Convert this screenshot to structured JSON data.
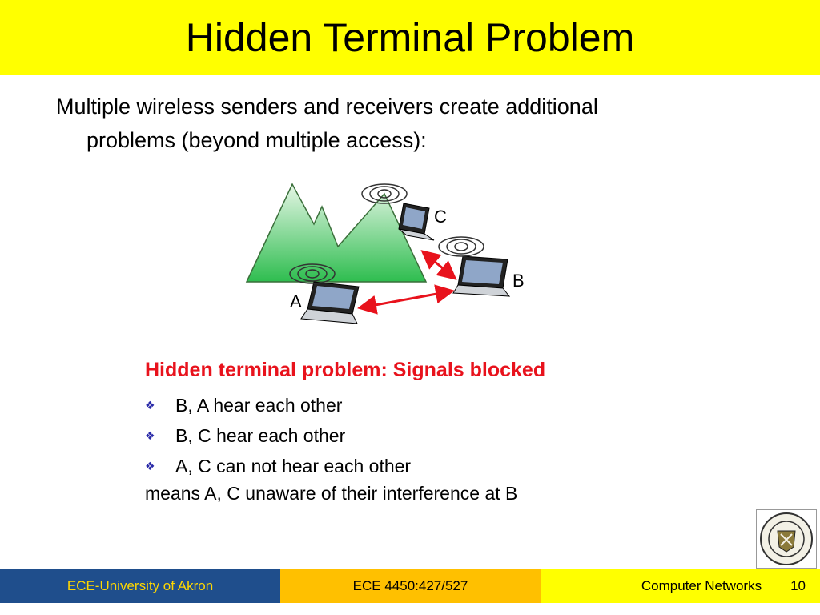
{
  "slide": {
    "title": "Hidden Terminal Problem",
    "intro_line1": "Multiple wireless senders and receivers create additional",
    "intro_line2": "problems (beyond multiple access):"
  },
  "diagram": {
    "labels": {
      "a": "A",
      "b": "B",
      "c": "C"
    },
    "colors": {
      "mountain_top": "#e6f6e6",
      "mountain_bottom": "#2ebd4f",
      "arrow": "#e8121c"
    },
    "icons": [
      "mountain-icon",
      "laptop-icon",
      "wireless-signal-icon",
      "double-arrow-icon"
    ]
  },
  "content": {
    "heading": "Hidden terminal problem: Signals blocked",
    "bullets": [
      "B, A hear each other",
      "B, C hear each other",
      "A, C can not hear each other"
    ],
    "conclusion": "means A, C unaware of their interference at B"
  },
  "footer": {
    "left": "ECE-University of Akron",
    "center": "ECE 4450:427/527",
    "right": "Computer Networks",
    "page_number": "10"
  },
  "colors": {
    "title_bg": "#ffff00",
    "heading": "#e8121c",
    "bullet": "#2a2aa8",
    "footer_left_bg": "#1f4e8c",
    "footer_left_text": "#ffd700",
    "footer_center_bg": "#ffc000",
    "footer_right_bg": "#ffff00"
  }
}
